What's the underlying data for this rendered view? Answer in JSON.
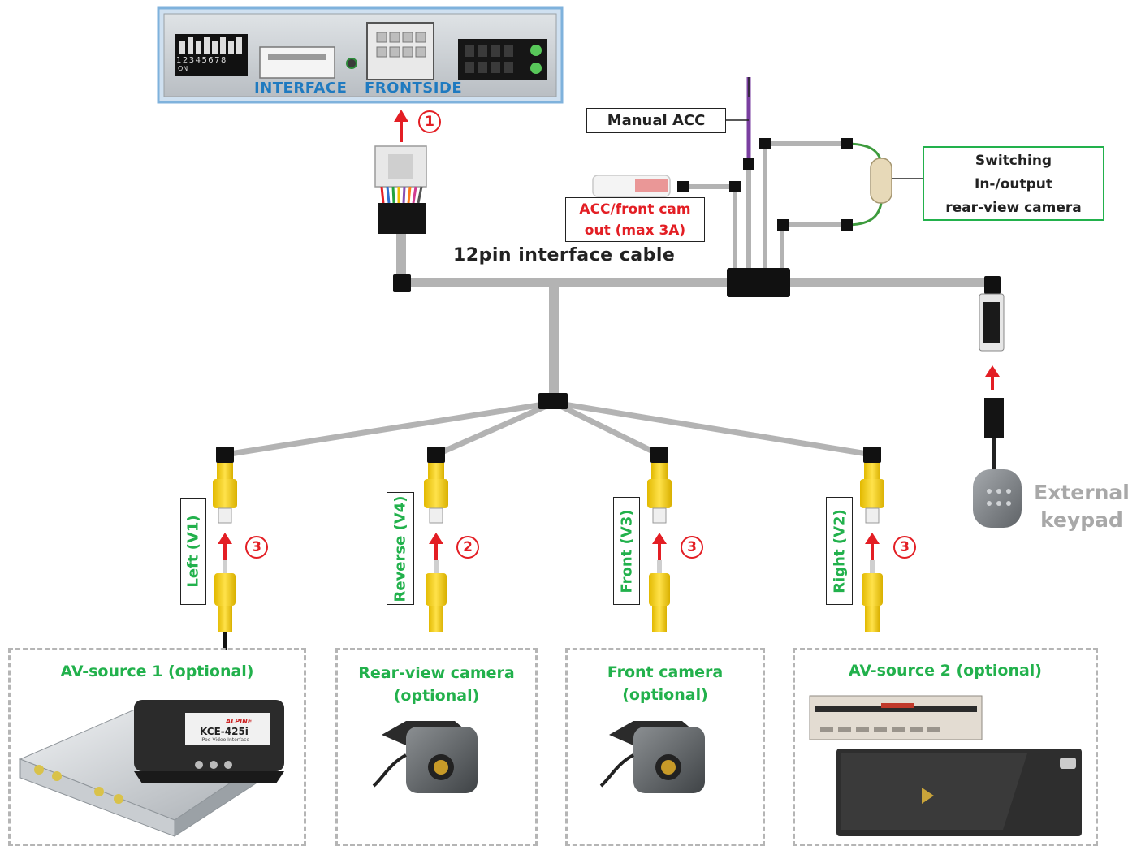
{
  "interface": {
    "label_left": "INTERFACE",
    "label_right": "FRONTSIDE",
    "dip_numbers": "12345678",
    "dip_on": "ON"
  },
  "cable_label": "12pin interface cable",
  "manual_acc": "Manual ACC",
  "acc_out": {
    "line1": "ACC/front cam",
    "line2": "out (max 3A)"
  },
  "switching": {
    "line1": "Switching",
    "line2": "In-/output",
    "line3": "rear-view camera"
  },
  "keypad": {
    "line1": "External",
    "line2": "keypad"
  },
  "badges": {
    "one": "1",
    "two": "2",
    "three": "3"
  },
  "inputs": [
    {
      "label": "Left (V1)",
      "badge": "3"
    },
    {
      "label": "Reverse (V4)",
      "badge": "2"
    },
    {
      "label": "Front  (V3)",
      "badge": "3"
    },
    {
      "label": "Right  (V2)",
      "badge": "3"
    }
  ],
  "sources": [
    {
      "title_line1": "AV-source 1 (optional)",
      "title_line2": ""
    },
    {
      "title_line1": "Rear-view camera",
      "title_line2": "(optional)"
    },
    {
      "title_line1": "Front camera",
      "title_line2": "(optional)"
    },
    {
      "title_line1": "AV-source 2 (optional)",
      "title_line2": ""
    }
  ],
  "device_text": {
    "kce": "KCE-425i",
    "alpine": "ALPINE",
    "ipod": "iPod Video Interface"
  },
  "colors": {
    "cable": "#b3b3b3",
    "accent_red": "#e31e24",
    "green": "#22b14c",
    "blue": "#1f7ac0",
    "rca_yellow": "#f6d000",
    "purple": "#7a3fa0"
  }
}
